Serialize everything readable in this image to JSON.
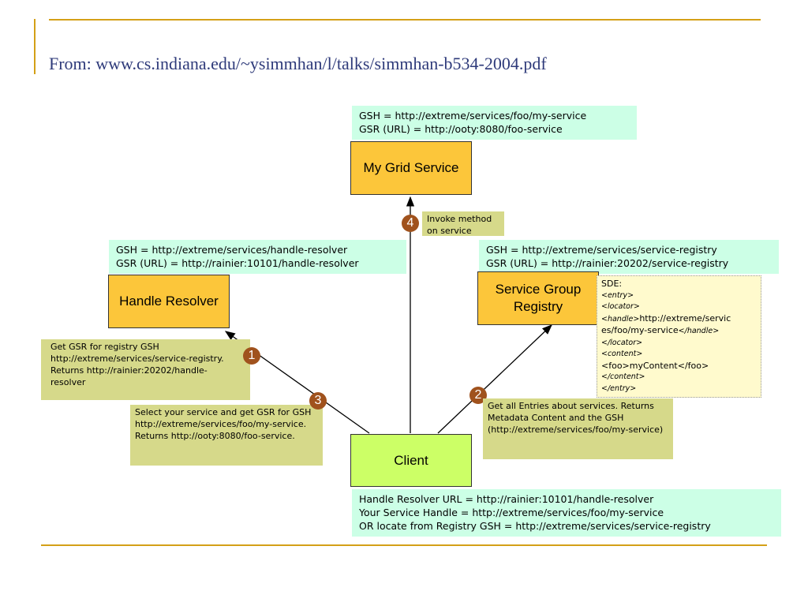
{
  "title": "From: www.cs.indiana.edu/~ysimmhan/l/talks/simmhan-b534-2004.pdf",
  "nodes": {
    "my_grid_service": "My Grid Service",
    "handle_resolver": "Handle Resolver",
    "registry_line1": "Service Group",
    "registry_line2": "Registry",
    "client": "Client"
  },
  "info": {
    "my_service": [
      "GSH = http://extreme/services/foo/my-service",
      "GSR (URL) = http://ooty:8080/foo-service"
    ],
    "handle_resolver": [
      "GSH = http://extreme/services/handle-resolver",
      "GSR (URL) = http://rainier:10101/handle-resolver"
    ],
    "registry": [
      "GSH = http://extreme/services/service-registry",
      "GSR (URL) = http://rainier:20202/service-registry"
    ],
    "client": [
      "Handle Resolver URL = http://rainier:10101/handle-resolver",
      "Your Service Handle = http://extreme/services/foo/my-service",
      "OR locate from Registry GSH = http://extreme/services/service-registry"
    ]
  },
  "steps": {
    "s1": {
      "num": "1",
      "text": "Get GSR for registry GSH http://extreme/services/service-registry. Returns http://rainier:20202/handle-resolver"
    },
    "s2": {
      "num": "2",
      "text": "Get all Entries about services. Returns Metadata Content and the GSH (http://extreme/services/foo/my-service)"
    },
    "s3": {
      "num": "3",
      "text": "Select your service and get GSR for GSH http://extreme/services/foo/my-service. Returns http://ooty:8080/foo-service."
    },
    "s4": {
      "num": "4",
      "text": "Invoke method on service"
    }
  },
  "sde": {
    "label": "SDE:",
    "entry_open": "<entry>",
    "locator_open": "<locator>",
    "handle_open": "<handle>",
    "handle_value_a": "http://extreme/servic",
    "handle_value_b": "es/foo/my-service",
    "handle_close": "</handle>",
    "locator_close": "</locator>",
    "content_open": "<content>",
    "foo_content": "<foo>myContent</foo>",
    "content_close": "</content>",
    "entry_close": "</entry>"
  },
  "colors": {
    "accent_rule": "#d4a017",
    "title": "#2e3a7a",
    "node": "#fcc63a",
    "client": "#ccff66",
    "info_box": "#ccffe6",
    "step_box": "#d6d98a",
    "badge": "#a0521d",
    "sde_box": "#fffacd"
  }
}
